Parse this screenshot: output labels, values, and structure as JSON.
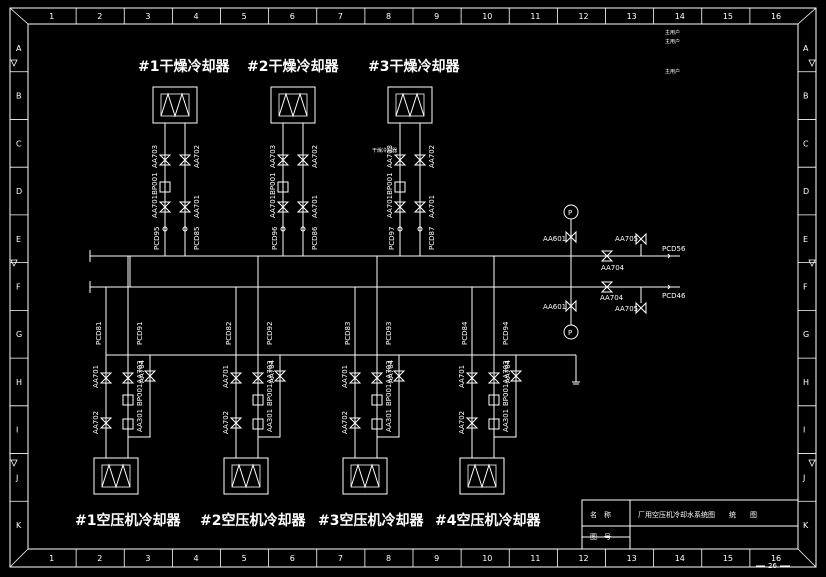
{
  "frame": {
    "columns": [
      "1",
      "2",
      "3",
      "4",
      "5",
      "6",
      "7",
      "8",
      "9",
      "10",
      "11",
      "12",
      "13",
      "14",
      "15",
      "16"
    ],
    "rows": [
      "A",
      "B",
      "C",
      "D",
      "E",
      "F",
      "G",
      "H",
      "I",
      "J",
      "K"
    ]
  },
  "corner_notes": [
    "主用户",
    "主用户",
    "主用户"
  ],
  "dryers": [
    {
      "title": "#1干燥冷却器",
      "valve_top": "AA703",
      "valve_right": "AA702",
      "gauge": "AA701BP001",
      "valve_bottom": "AA701",
      "pipe_left": "PCD95",
      "pipe_right": "PCD85"
    },
    {
      "title": "#2干燥冷却器",
      "valve_top": "AA703",
      "valve_right": "AA702",
      "gauge": "AA701BP001",
      "valve_bottom": "AA701",
      "pipe_left": "PCD96",
      "pipe_right": "PCD86"
    },
    {
      "title": "#3干燥冷却器",
      "valve_top": "AA703",
      "valve_right": "AA702",
      "gauge": "AA701BP001",
      "valve_bottom": "AA701",
      "pipe_left": "PCD97",
      "pipe_right": "PCD87",
      "extra_label": "干燥冷却器"
    }
  ],
  "compressors": [
    {
      "title": "#1空压机冷却器",
      "pipe_left": "PCD81",
      "pipe_right": "PCD91",
      "v1": "AA701",
      "v2": "AA702",
      "v3": "BP001AA703",
      "v4": "AA704",
      "v5": "AA301"
    },
    {
      "title": "#2空压机冷却器",
      "pipe_left": "PCD82",
      "pipe_right": "PCD92",
      "v1": "AA701",
      "v2": "AA702",
      "v3": "BP001AA703",
      "v4": "AA704",
      "v5": "AA301"
    },
    {
      "title": "#3空压机冷却器",
      "pipe_left": "PCD83",
      "pipe_right": "PCD93",
      "v1": "AA701",
      "v2": "AA702",
      "v3": "BP001AA703",
      "v4": "AA704",
      "v5": "AA301"
    },
    {
      "title": "#4空压机冷却器",
      "pipe_left": "PCD84",
      "pipe_right": "PCD94",
      "v1": "AA701",
      "v2": "AA702",
      "v3": "BP001AA703",
      "v4": "AA704",
      "v5": "AA301"
    }
  ],
  "main_lines": {
    "upper_gauge_valve": "AA601",
    "upper_valve_right": "AA705",
    "upper_pipe": "PCD56",
    "upper_valve_below": "AA704",
    "lower_valve_above": "AA704",
    "lower_gauge_valve": "AA601",
    "lower_valve_right": "AA705",
    "lower_pipe": "PCD46"
  },
  "title_block": {
    "name_label": "名　称",
    "name_value": "厂用空压机冷却水系统图　　统　　图",
    "number_label": "图　号",
    "page": "26"
  }
}
